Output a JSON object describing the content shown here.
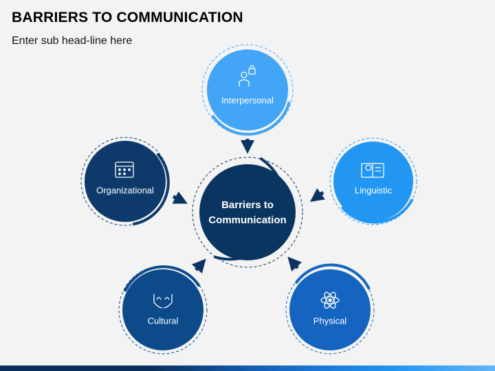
{
  "title": "BARRIERS TO COMMUNICATION",
  "subtitle": "Enter sub head-line here",
  "center": {
    "line1": "Barriers to",
    "line2": "Communication"
  },
  "nodes": {
    "interpersonal": {
      "label": "Interpersonal",
      "icon": "person-with-lock-icon",
      "color": "#42a5f5"
    },
    "linguistic": {
      "label": "Linguistic",
      "icon": "book-globe-icon",
      "color": "#2196f3"
    },
    "physical": {
      "label": "Physical",
      "icon": "atom-icon",
      "color": "#1565c0"
    },
    "cultural": {
      "label": "Cultural",
      "icon": "hands-icon",
      "color": "#0d4a8a"
    },
    "organizational": {
      "label": "Organizational",
      "icon": "calendar-icon",
      "color": "#0d3a6a"
    }
  },
  "colors": {
    "center": "#0a3560",
    "background": "#f3f3f3"
  }
}
